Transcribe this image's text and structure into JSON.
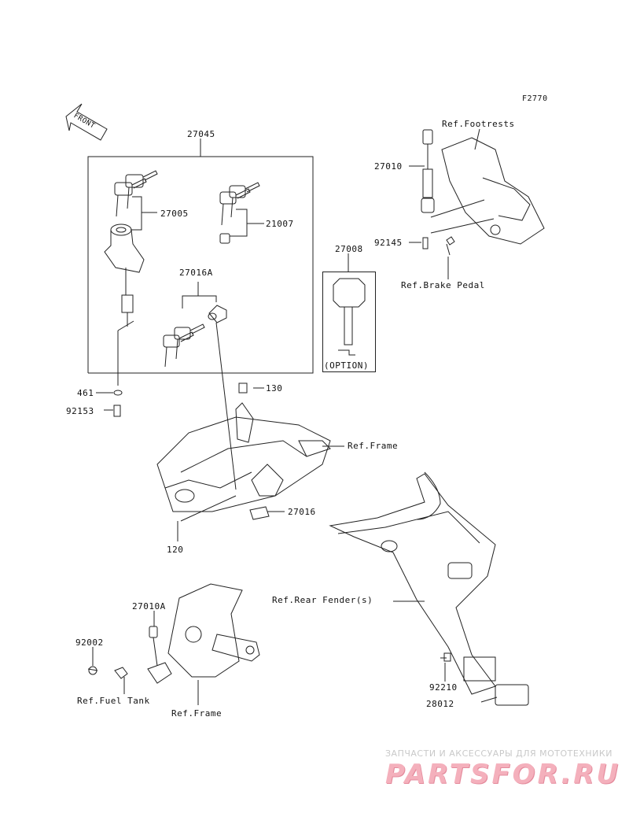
{
  "diagram_code": "F2770",
  "front_arrow": "FRONT",
  "parts": {
    "p27045": "27045",
    "p27005": "27005",
    "p21007": "21007",
    "p27016A": "27016A",
    "p27008": "27008",
    "option": "(OPTION)",
    "p27010": "27010",
    "p92145": "92145",
    "p461": "461",
    "p92153": "92153",
    "p130": "130",
    "p27016": "27016",
    "p120": "120",
    "p27010A": "27010A",
    "p92002": "92002",
    "p92210": "92210",
    "p28012": "28012"
  },
  "refs": {
    "footrests": "Ref.Footrests",
    "brake_pedal": "Ref.Brake Pedal",
    "frame_right": "Ref.Frame",
    "rear_fender": "Ref.Rear Fender(s)",
    "fuel_tank": "Ref.Fuel Tank",
    "frame_bottom": "Ref.Frame"
  },
  "watermark": {
    "caption": "ЗАПЧАСТИ И АКСЕССУАРЫ ДЛЯ МОТОТЕХНИКИ",
    "logo": "PARTSFOR.RU"
  },
  "colors": {
    "line": "#222222",
    "watermark_logo": "#f4b0bc",
    "watermark_caption": "#c9c9c9"
  }
}
